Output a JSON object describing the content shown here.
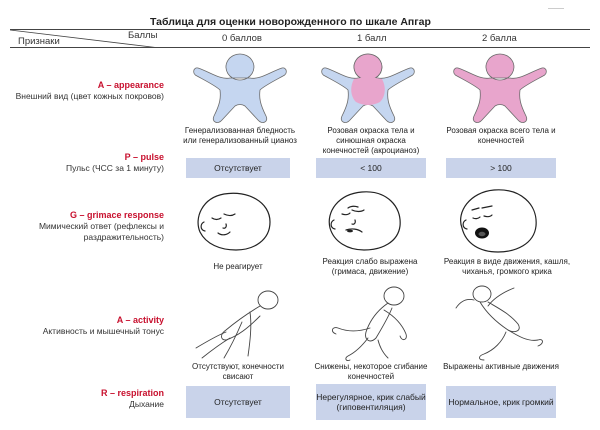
{
  "title": "Таблица для оценки новорожденного по шкале Апгар",
  "header": {
    "points_label": "Баллы",
    "signs_label": "Признаки",
    "col0": "0 баллов",
    "col1": "1 балл",
    "col2": "2 балла"
  },
  "colors": {
    "baby_blue": "#c5d6f0",
    "baby_pink": "#e8a5cc",
    "accent": "#c8102e",
    "cell": "#c9d3ea"
  },
  "criteria": [
    {
      "name": "A – appearance",
      "desc": "Внешний вид (цвет кожных покровов)",
      "cells": [
        "Генерализованная бледность или генерализованный цианоз",
        "Розовая окраска тела и синюшная окраска конечностей (акроцианоз)",
        "Розовая окраска всего тела и конечностей"
      ],
      "icons": [
        "blue-baby-icon",
        "acrocyanosis-baby-icon",
        "pink-baby-icon"
      ]
    },
    {
      "name": "P – pulse",
      "desc": "Пульс (ЧСС за 1 минуту)",
      "cells": [
        "Отсутствует",
        "< 100",
        "> 100"
      ]
    },
    {
      "name": "G – grimace response",
      "desc": "Мимический ответ (рефлексы и раздражительность)",
      "cells": [
        "Не реагирует",
        "Реакция слабо выражена (гримаса, движение)",
        "Реакция в виде движения, кашля, чиханья, громкого крика"
      ],
      "icons": [
        "calm-face-icon",
        "grimace-face-icon",
        "crying-face-icon"
      ]
    },
    {
      "name": "A – activity",
      "desc": "Активность и мышечный тонус",
      "cells": [
        "Отсутствуют, конечности свисают",
        "Снижены, некоторое сгибание конечностей",
        "Выражены активные движения"
      ],
      "icons": [
        "limp-baby-icon",
        "flexed-baby-icon",
        "active-baby-icon"
      ]
    },
    {
      "name": "R – respiration",
      "desc": "Дыхание",
      "cells": [
        "Отсутствует",
        "Нерегулярное, крик слабый (гиповентиляция)",
        "Нормальное, крик громкий"
      ]
    }
  ]
}
